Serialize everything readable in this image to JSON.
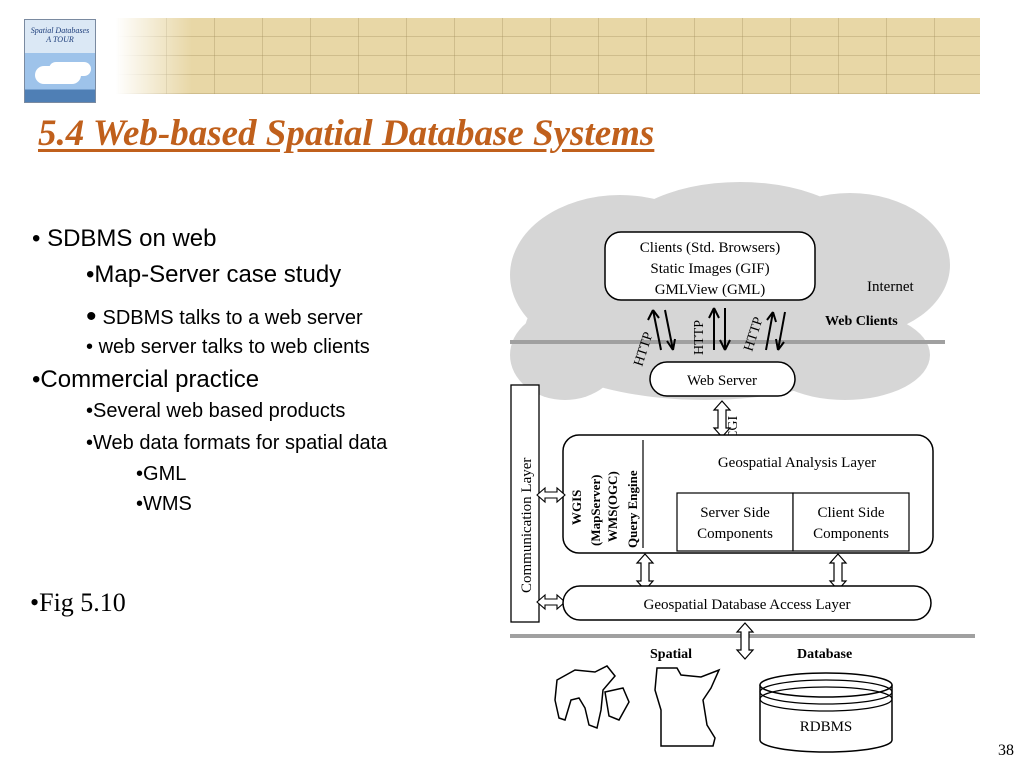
{
  "slide": {
    "title": "5.4 Web-based Spatial Database Systems",
    "page_number": "38",
    "book_cover": {
      "title_line1": "Spatial Databases",
      "title_line2": "A TOUR"
    }
  },
  "bullets": [
    {
      "text": "SDBMS on web"
    },
    {
      "text": "Map-Server case study"
    },
    {
      "text": "SDBMS talks to a web server"
    },
    {
      "text": "web server talks to web clients"
    },
    {
      "text": "Commercial practice"
    },
    {
      "text": "Several web based products"
    },
    {
      "text": "Web data formats for spatial data"
    },
    {
      "text": "GML"
    },
    {
      "text": "WMS"
    },
    {
      "text": "Fig 5.10"
    }
  ],
  "diagram": {
    "clients_box": [
      "Clients (Std. Browsers)",
      "Static Images (GIF)",
      "GMLView (GML)"
    ],
    "internet_label": "Internet",
    "web_clients_label": "Web Clients",
    "http_label": "HTTP",
    "web_server": "Web Server",
    "cgi_label": "CGI",
    "communication_layer": "Communication Layer",
    "wgis_label": "WGIS",
    "mapserver_label": "(MapServer)",
    "wms_ogc_label": "WMS(OGC)",
    "query_engine_label": "Query Engine",
    "analysis_layer": "Geospatial Analysis Layer",
    "server_side": [
      "Server Side",
      "Components"
    ],
    "client_side": [
      "Client Side",
      "Components"
    ],
    "db_access_layer": "Geospatial Database Access Layer",
    "spatial_label": "Spatial",
    "database_label": "Database",
    "rdbms_label": "RDBMS"
  },
  "colors": {
    "title": "#c0601c",
    "cloud": "#d4d4d4",
    "banner": "#e8d7a6"
  }
}
